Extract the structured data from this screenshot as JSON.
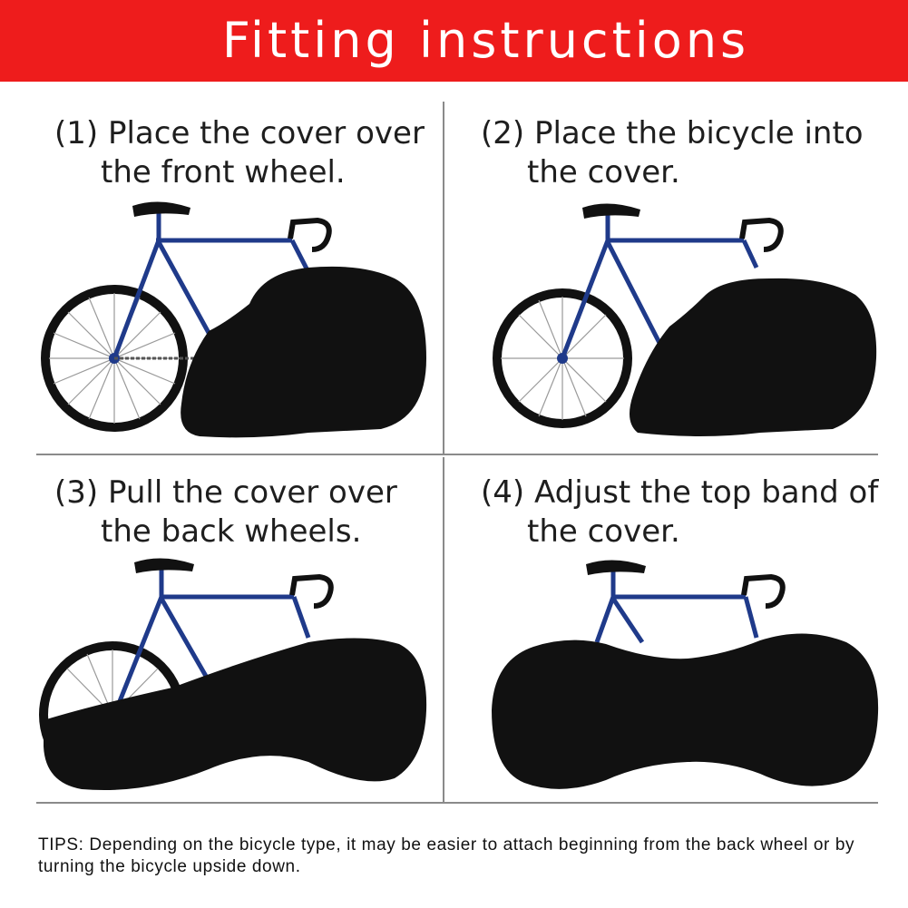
{
  "banner": {
    "title": "Fitting instructions",
    "color": "#ee1c1c"
  },
  "steps": [
    {
      "line1": "(1) Place the cover over",
      "line2": "the front wheel."
    },
    {
      "line1": "(2) Place the bicycle into",
      "line2": "the cover."
    },
    {
      "line1": "(3) Pull the cover over",
      "line2": "the back wheels."
    },
    {
      "line1": "(4) Adjust the top band of",
      "line2": "the cover."
    }
  ],
  "tips": {
    "text": "TIPS: Depending on the bicycle type, it may be easier to attach beginning from the back wheel or by turning the bicycle upside down."
  },
  "colors": {
    "frame": "#1f3a8a",
    "cover": "#111111",
    "rule": "#8a8a8a"
  }
}
